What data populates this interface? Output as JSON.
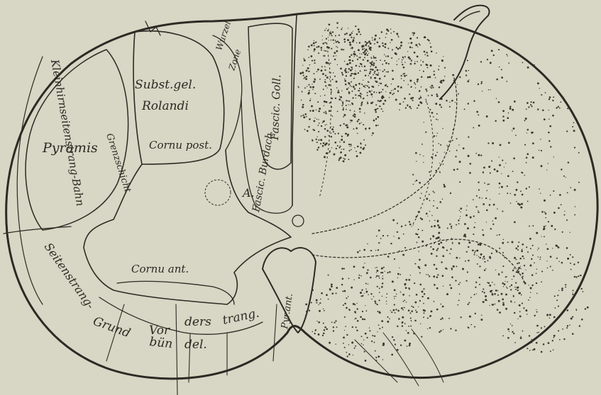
{
  "figure": {
    "left_labels": {
      "subst_gel_line1": "Subst.gel.",
      "subst_gel_line2": "Rolandi",
      "wurzel_line1": "Wurzel.",
      "wurzel_line2": "Zone",
      "fascic_goll": "Fascic. Goll.",
      "fascic_burdach": "Fascic. Burdach",
      "pyramis": "Pyramis",
      "cornu_post": "Cornu post.",
      "grenzschicht": "Grenzschicht",
      "marker_a": "A.",
      "kleinhirn": "Kleinhirnseitenstrang-Bahn",
      "seitenstrang": "Seitenstrang-",
      "cornu_ant": "Cornu ant.",
      "grund_line1": "Grund",
      "grund_line2": "bün",
      "grund_line3": "del.",
      "vorderstrang_1": "Vor",
      "vorderstrang_2": "ders",
      "vorderstrang_3": "trang.",
      "pyr_ant": "Pyr.ant."
    }
  }
}
